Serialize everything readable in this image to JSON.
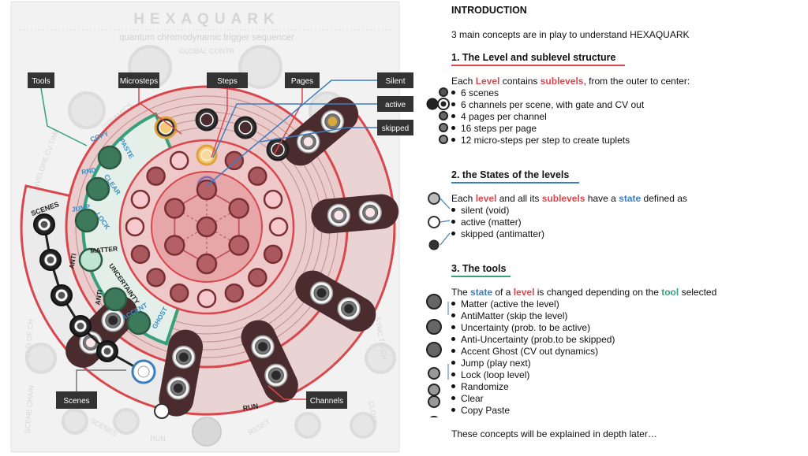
{
  "module": {
    "name": "HEXAQUARK",
    "subtitle": "quantum chromodynamic trigger sequencer",
    "faint_labels": [
      "GLOBAL CONTR",
      "DYNAMICS",
      "ENVELOPE CV TIME",
      "END OF CH",
      "SCENE CHAIN",
      "SCENES",
      "RESET",
      "CLOCK",
      "SYNC TO CH",
      "RUN"
    ],
    "tool_labels": [
      "COPY",
      "PASTE",
      "RND",
      "CLEAR",
      "JUMP",
      "LOCK",
      "ANTI",
      "MATTER",
      "ANTI",
      "UNCERTAINTY",
      "ACCENT",
      "GHOST"
    ],
    "ring_labels": [
      "SCENES",
      "RUN"
    ]
  },
  "callouts": [
    "Tools",
    "Microsteps",
    "Steps",
    "Pages",
    "Silent",
    "active",
    "skipped",
    "Scenes",
    "Channels"
  ],
  "colors": {
    "red": "#d9474d",
    "blue": "#3c7ec0",
    "green": "#35a07a",
    "callout": "#333333"
  },
  "doc": {
    "title": "INTRODUCTION",
    "intro": "3 main concepts are in play to understand HEXAQUARK",
    "s1": {
      "heading": "1. The Level and sublevel structure",
      "lead": [
        "Each ",
        "Level",
        " contains ",
        "sublevels",
        ", from the outer to center:"
      ],
      "items": [
        "6 scenes",
        "6 channels per scene, with gate and CV out",
        "4 pages per channel",
        "16 steps per page",
        "12 micro-steps per step to create tuplets"
      ]
    },
    "s2": {
      "heading": "2. the States of the levels",
      "lead": [
        "Each ",
        "level",
        " and all its ",
        "sublevels",
        " have a ",
        "state",
        " defined as"
      ],
      "items": [
        "silent (void)",
        "active (matter)",
        "skipped (antimatter)"
      ]
    },
    "s3": {
      "heading": "3. The tools",
      "lead": [
        "The ",
        "state",
        " of a ",
        "level",
        " is changed depending on the ",
        "tool",
        " selected"
      ],
      "items": [
        "Matter (active the level)",
        "AntiMatter (skip the level)",
        "Uncertainty (prob. to be active)",
        "Anti-Uncertainty (prob.to be skipped)",
        "Accent Ghost (CV out dynamics)",
        "Jump (play next)",
        "Lock (loop level)",
        "Randomize",
        "Clear",
        "Copy Paste"
      ]
    },
    "footer": "These concepts will be explained in depth later…"
  }
}
